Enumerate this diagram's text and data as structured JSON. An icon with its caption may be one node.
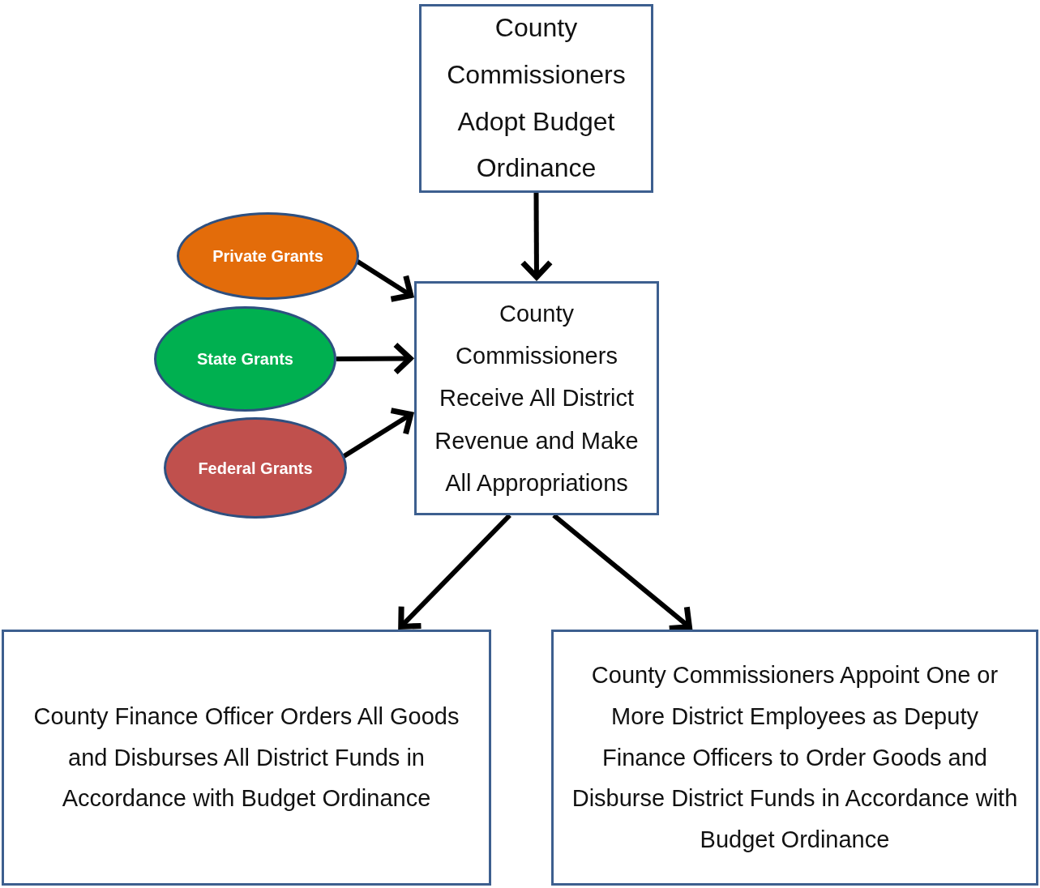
{
  "diagram": {
    "nodes": [
      {
        "text": [
          "County Commissioners Adopt Budget Ordinance"
        ]
      },
      {
        "text": [
          "Private Grants"
        ]
      },
      {
        "text": [
          "State Grants"
        ]
      },
      {
        "text": [
          "Federal Grants"
        ]
      },
      {
        "text": [
          "County Commissioners Receive All District Revenue and Make All Appropriations"
        ]
      },
      {
        "text": [
          "County Finance Officer Orders All Goods and Disburses All District Funds in Accordance with Budget Ordinance"
        ]
      },
      {
        "text": [
          "County Commissioners Appoint One or More District Employees as Deputy Finance Officers to Order Goods and Disburse District Funds in Accordance with Budget Ordinance"
        ]
      }
    ],
    "edges": [
      {
        "from": 0,
        "to": 4,
        "arrow": "to"
      },
      {
        "from": 1,
        "to": 4,
        "arrow": "to"
      },
      {
        "from": 2,
        "to": 4,
        "arrow": "to"
      },
      {
        "from": 3,
        "to": 4,
        "arrow": "to"
      },
      {
        "from": 4,
        "to": 5,
        "arrow": "to"
      },
      {
        "from": 4,
        "to": 6,
        "arrow": "to"
      }
    ]
  }
}
